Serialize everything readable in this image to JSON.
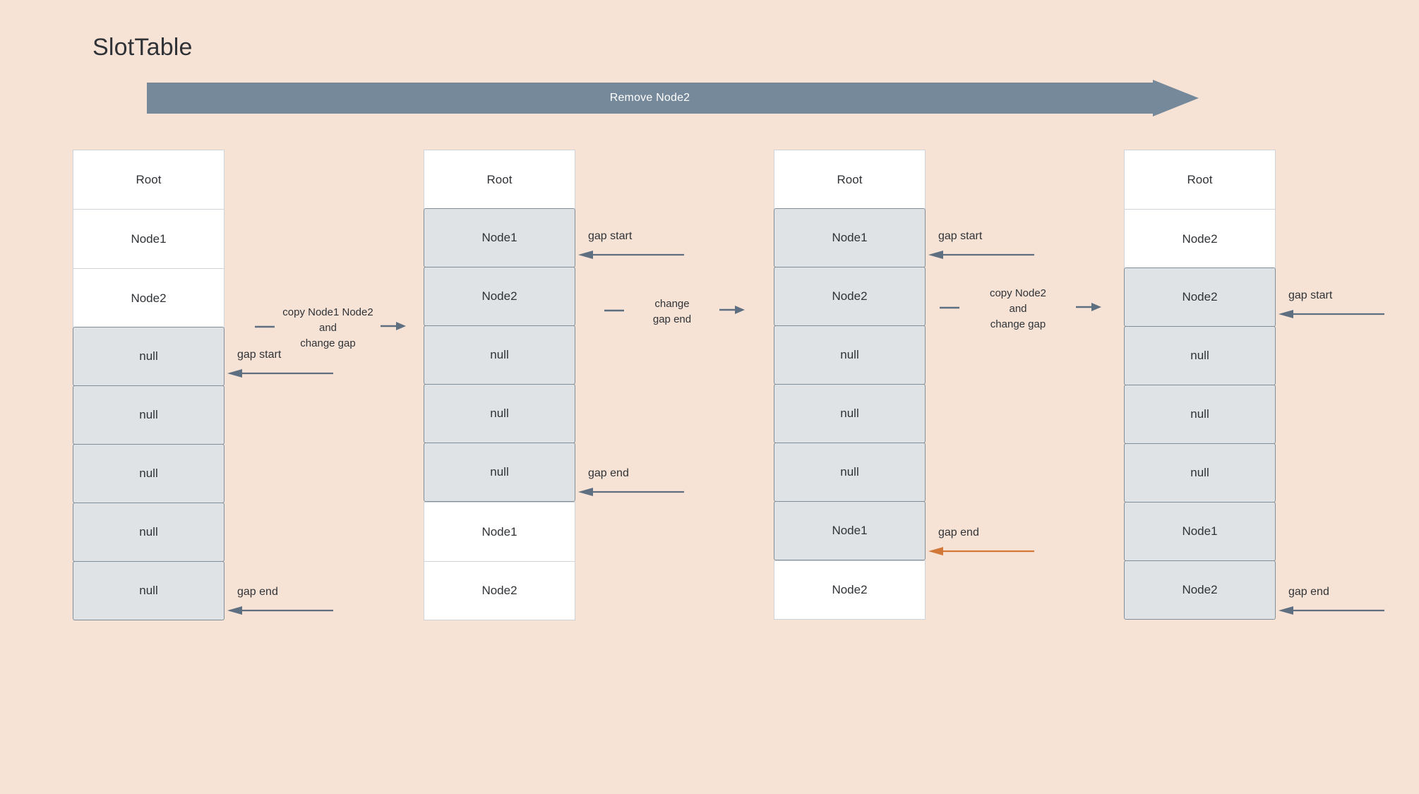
{
  "title": "SlotTable",
  "colors": {
    "background": "#f7e3d6",
    "banner": "#76899a",
    "arrow": "#5d6f80",
    "arrow_highlight": "#d2793a",
    "cell_plain": "#ffffff",
    "cell_filled": "#dfe3e6",
    "cell_filled_border": "#808e99",
    "text": "#2f3337",
    "banner_text": "#ffffff"
  },
  "banner": {
    "label": "Remove Node2",
    "icon": "right-arrow-banner-icon"
  },
  "labels": {
    "gap_start": "gap start",
    "gap_end": "gap end"
  },
  "steps": [
    {
      "id": "step-copy-node1-node2",
      "lines": [
        "copy Node1 Node2",
        "and",
        "change gap"
      ]
    },
    {
      "id": "step-change-gap-end",
      "lines": [
        "change",
        "gap end"
      ]
    },
    {
      "id": "step-copy-node2",
      "lines": [
        "copy Node2",
        "and",
        "change gap"
      ]
    }
  ],
  "columns": [
    {
      "id": "slot-table-state-1",
      "cells": [
        {
          "label": "Root",
          "filled": false
        },
        {
          "label": "Node1",
          "filled": false
        },
        {
          "label": "Node2",
          "filled": false
        },
        {
          "label": "null",
          "filled": true
        },
        {
          "label": "null",
          "filled": true
        },
        {
          "label": "null",
          "filled": true
        },
        {
          "label": "null",
          "filled": true
        },
        {
          "label": "null",
          "filled": true
        }
      ],
      "markers": [
        {
          "type": "gap_start",
          "row": 3,
          "highlight": false
        },
        {
          "type": "gap_end",
          "row": 7,
          "highlight": false
        }
      ]
    },
    {
      "id": "slot-table-state-2",
      "cells": [
        {
          "label": "Root",
          "filled": false
        },
        {
          "label": "Node1",
          "filled": true
        },
        {
          "label": "Node2",
          "filled": true
        },
        {
          "label": "null",
          "filled": true
        },
        {
          "label": "null",
          "filled": true
        },
        {
          "label": "null",
          "filled": true
        },
        {
          "label": "Node1",
          "filled": false
        },
        {
          "label": "Node2",
          "filled": false
        }
      ],
      "markers": [
        {
          "type": "gap_start",
          "row": 1,
          "highlight": false
        },
        {
          "type": "gap_end",
          "row": 5,
          "highlight": false
        }
      ]
    },
    {
      "id": "slot-table-state-3",
      "cells": [
        {
          "label": "Root",
          "filled": false
        },
        {
          "label": "Node1",
          "filled": true
        },
        {
          "label": "Node2",
          "filled": true
        },
        {
          "label": "null",
          "filled": true
        },
        {
          "label": "null",
          "filled": true
        },
        {
          "label": "null",
          "filled": true
        },
        {
          "label": "Node1",
          "filled": true
        },
        {
          "label": "Node2",
          "filled": false
        }
      ],
      "markers": [
        {
          "type": "gap_start",
          "row": 1,
          "highlight": false
        },
        {
          "type": "gap_end",
          "row": 6,
          "highlight": true
        }
      ]
    },
    {
      "id": "slot-table-state-4",
      "cells": [
        {
          "label": "Root",
          "filled": false
        },
        {
          "label": "Node2",
          "filled": false
        },
        {
          "label": "Node2",
          "filled": true
        },
        {
          "label": "null",
          "filled": true
        },
        {
          "label": "null",
          "filled": true
        },
        {
          "label": "null",
          "filled": true
        },
        {
          "label": "Node1",
          "filled": true
        },
        {
          "label": "Node2",
          "filled": true
        }
      ],
      "markers": [
        {
          "type": "gap_start",
          "row": 2,
          "highlight": false
        },
        {
          "type": "gap_end",
          "row": 7,
          "highlight": false
        }
      ]
    }
  ]
}
